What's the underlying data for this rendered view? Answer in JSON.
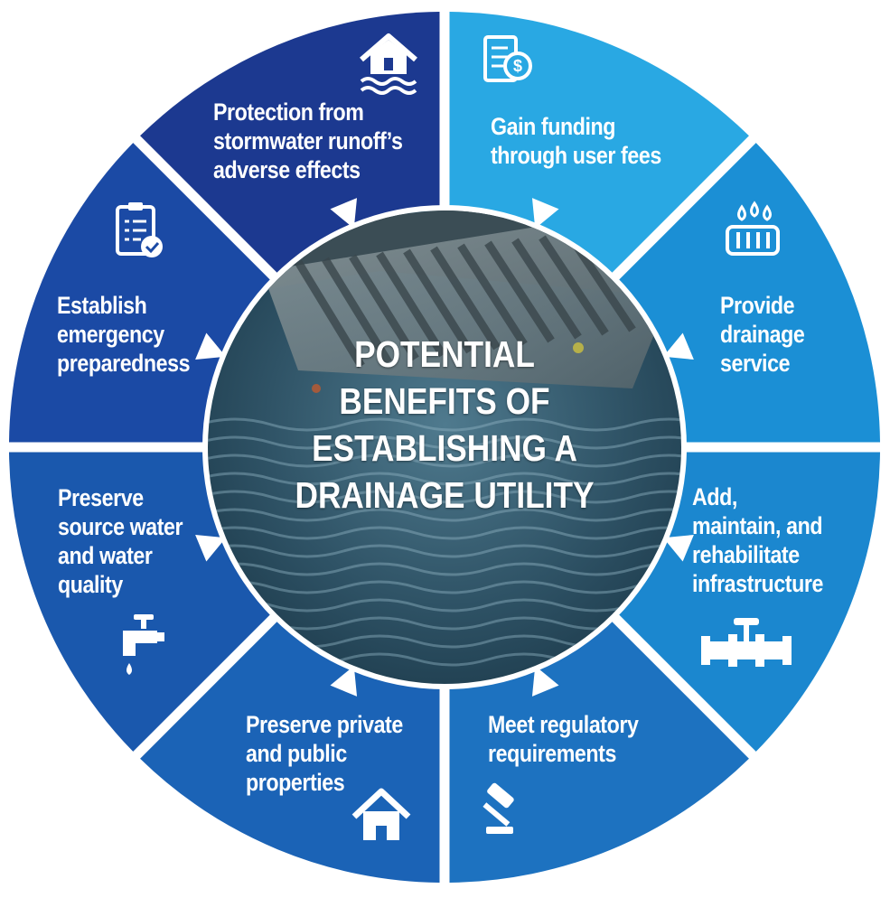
{
  "title": "POTENTIAL\nBENEFITS OF\nESTABLISHING A\nDRAINAGE UTILITY",
  "segments": [
    {
      "label": "Gain funding\nthrough user fees",
      "icon": "invoice-dollar-icon",
      "color": "#29a8e3"
    },
    {
      "label": "Provide\ndrainage\nservice",
      "icon": "drainage-grate-icon",
      "color": "#1b8fd5"
    },
    {
      "label": "Add,\nmaintain, and\nrehabilitate\ninfrastructure",
      "icon": "pipe-valve-icon",
      "color": "#1b87cf"
    },
    {
      "label": "Meet regulatory\nrequirements",
      "icon": "gavel-icon",
      "color": "#1d72c0"
    },
    {
      "label": "Preserve private\nand public\nproperties",
      "icon": "house-icon",
      "color": "#1b63b6"
    },
    {
      "label": "Preserve\nsource water\nand water\nquality",
      "icon": "faucet-icon",
      "color": "#1a58ad"
    },
    {
      "label": "Establish\nemergency\npreparedness",
      "icon": "checklist-icon",
      "color": "#1b4aa5"
    },
    {
      "label": "Protection from\nstormwater runoff’s\nadverse effects",
      "icon": "flooded-house-icon",
      "color": "#1c3990"
    }
  ]
}
